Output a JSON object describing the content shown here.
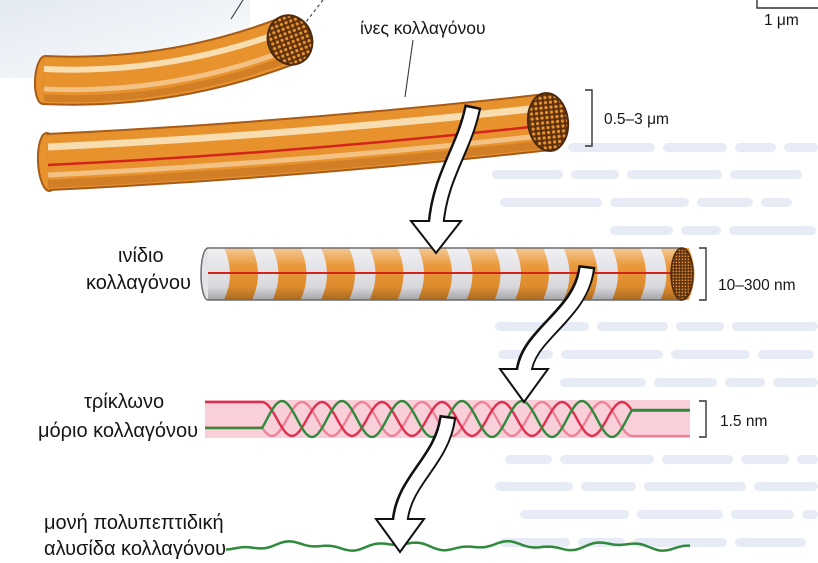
{
  "labels": {
    "fibers": "ίνες κολλαγόνου",
    "fibril": [
      "ινίδιο",
      "κολλαγόνου"
    ],
    "triple_helix": [
      "τρίκλωνο",
      "μόριο κολλαγόνου"
    ],
    "single_chain": [
      "μονή πολυπεπτιδική",
      "αλυσίδα κολλαγόνου"
    ]
  },
  "scale_labels": {
    "micrograph_scale_bar": "1 μm",
    "fiber_diameter": "0.5–3 μm",
    "fibril_diameter": "10–300 nm",
    "triple_helix_diameter": "1.5 nm"
  },
  "colors": {
    "fiber": "#e8922e",
    "fiber_edge": "#a65c18",
    "fiber_highlight": "#f8ddb0",
    "fiber_stripe": "#f3c184",
    "core_line": "#d3241c",
    "cross_section": "#5e3210",
    "fibril_band_light": "#e3e3e8",
    "helix_band": "#f8c8d2",
    "helix_strand_red": "#de2f4c",
    "helix_strand_pink": "#ef7f95",
    "helix_strand_green": "#2f8a3c",
    "background_text": "#d5deee"
  }
}
